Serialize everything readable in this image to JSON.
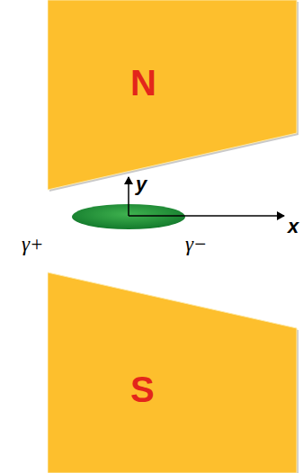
{
  "diagram": {
    "nodes": [
      {
        "text": [
          "N"
        ]
      },
      {
        "text": [
          "S"
        ]
      }
    ],
    "labels": [
      "y",
      "x",
      "γ+",
      "γ−"
    ]
  }
}
